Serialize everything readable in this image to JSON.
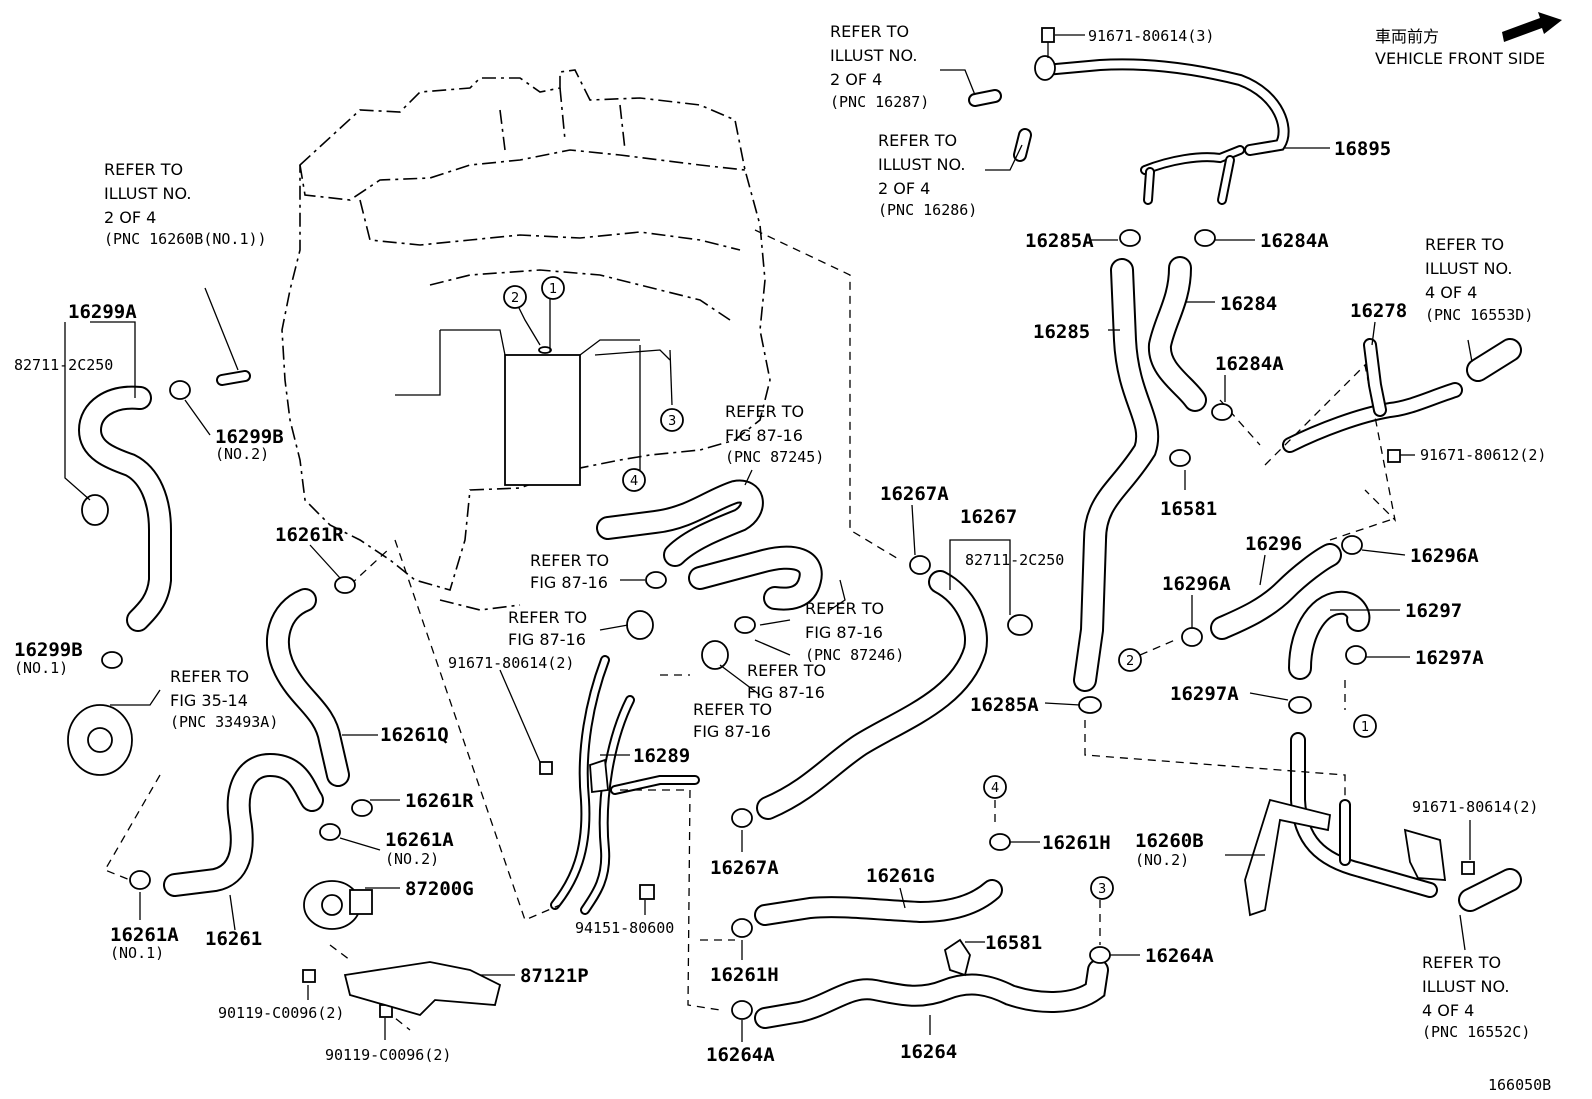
{
  "header": {
    "direction_jp": "車両前方",
    "direction_en": "VEHICLE FRONT SIDE"
  },
  "refs": {
    "r1": [
      "REFER TO",
      "ILLUST NO.",
      "2 OF 4",
      "(PNC 16287)"
    ],
    "r2": [
      "REFER TO",
      "ILLUST NO.",
      "2 OF 4",
      "(PNC 16286)"
    ],
    "r3": [
      "REFER TO",
      "ILLUST NO.",
      "2 OF 4",
      "(PNC 16260B(NO.1))"
    ],
    "r4": [
      "REFER TO",
      "ILLUST NO.",
      "4 OF 4",
      "(PNC 16553D)"
    ],
    "r5": [
      "REFER TO",
      "FIG 87-16",
      "(PNC 87245)"
    ],
    "r6": [
      "REFER TO",
      "FIG 87-16"
    ],
    "r7": [
      "REFER TO",
      "FIG 87-16"
    ],
    "r8": [
      "REFER TO",
      "FIG 87-16",
      "(PNC 87246)"
    ],
    "r9": [
      "REFER TO",
      "FIG 87-16"
    ],
    "r10": [
      "REFER TO",
      "FIG 87-16"
    ],
    "r11": [
      "REFER TO",
      "FIG 35-14",
      "(PNC 33493A)"
    ],
    "r12": [
      "REFER TO",
      "ILLUST NO.",
      "4 OF 4",
      "(PNC 16552C)"
    ]
  },
  "labels": {
    "p91671_80614_3": "91671-80614(3)",
    "p16895": "16895",
    "p16285A_top": "16285A",
    "p16284A_top": "16284A",
    "p16285": "16285",
    "p16284": "16284",
    "p16284A": "16284A",
    "p16278": "16278",
    "p91671_80612_2": "91671-80612(2)",
    "p16581_top": "16581",
    "p16296": "16296",
    "p16296A_r": "16296A",
    "p16296A_l": "16296A",
    "p16297": "16297",
    "p16297A_r": "16297A",
    "p16297A_l": "16297A",
    "p16285A_mid": "16285A",
    "p16267A_top": "16267A",
    "p16267": "16267",
    "p82711_r": "82711-2C250",
    "p16299A": "16299A",
    "p82711_l": "82711-2C250",
    "p16299B_top": "16299B",
    "p16299B_top_no": "(NO.2)",
    "p16299B_bot": "16299B",
    "p16299B_bot_no": "(NO.1)",
    "p16261R_top": "16261R",
    "p16261Q": "16261Q",
    "p16261R_bot": "16261R",
    "p16261A_mid": "16261A",
    "p16261A_mid_no": "(NO.2)",
    "p87200G": "87200G",
    "p16261A_bot": "16261A",
    "p16261A_bot_no": "(NO.1)",
    "p16261": "16261",
    "p87121P": "87121P",
    "p90119_a": "90119-C0096(2)",
    "p90119_b": "90119-C0096(2)",
    "p91671_80614_2a": "91671-80614(2)",
    "p16289": "16289",
    "p94151": "94151-80600",
    "p16267A_bot": "16267A",
    "p16261H_bot": "16261H",
    "p16264A_bot": "16264A",
    "p16264": "16264",
    "p16261G": "16261G",
    "p16581_bot": "16581",
    "p16261H_r": "16261H",
    "p16264A_r": "16264A",
    "p16260B": "16260B",
    "p16260B_no": "(NO.2)",
    "p91671_80614_2b": "91671-80614(2)",
    "figure_code": "166050B"
  },
  "callouts": {
    "c1": "1",
    "c2": "2",
    "c3": "3",
    "c4": "4"
  }
}
